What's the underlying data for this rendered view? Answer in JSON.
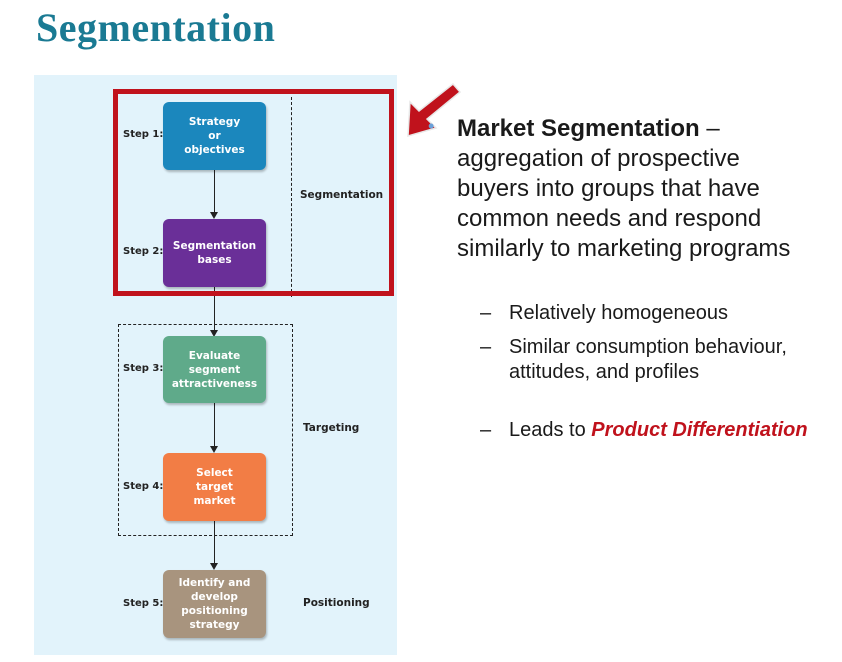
{
  "title": "Segmentation",
  "diagram": {
    "steps": [
      {
        "label": "Step 1:",
        "box": "Strategy\nor\nobjectives",
        "color": "#1b87bd"
      },
      {
        "label": "Step 2:",
        "box": "Segmentation\nbases",
        "color": "#6a2f98"
      },
      {
        "label": "Step 3:",
        "box": "Evaluate\nsegment\nattractiveness",
        "color": "#5faa8a"
      },
      {
        "label": "Step 4:",
        "box": "Select\ntarget\nmarket",
        "color": "#f27d45"
      },
      {
        "label": "Step 5:",
        "box": "Identify and\ndevelop\npositioning\nstrategy",
        "color": "#a8947e"
      }
    ],
    "stages": {
      "segmentation": "Segmentation",
      "targeting": "Targeting",
      "positioning": "Positioning"
    },
    "highlight_color": "#c0121c"
  },
  "content": {
    "heading": "Market Segmentation",
    "heading_sep": " – ",
    "definition": "aggregation of prospective buyers into groups that have common needs and respond similarly to marketing programs",
    "bullets": {
      "b1": "Relatively homogeneous",
      "b2": "Similar consumption behaviour, attitudes, and profiles",
      "b3_prefix": "Leads to ",
      "b3_accent": "Product Differentiation"
    },
    "dash": "–"
  }
}
